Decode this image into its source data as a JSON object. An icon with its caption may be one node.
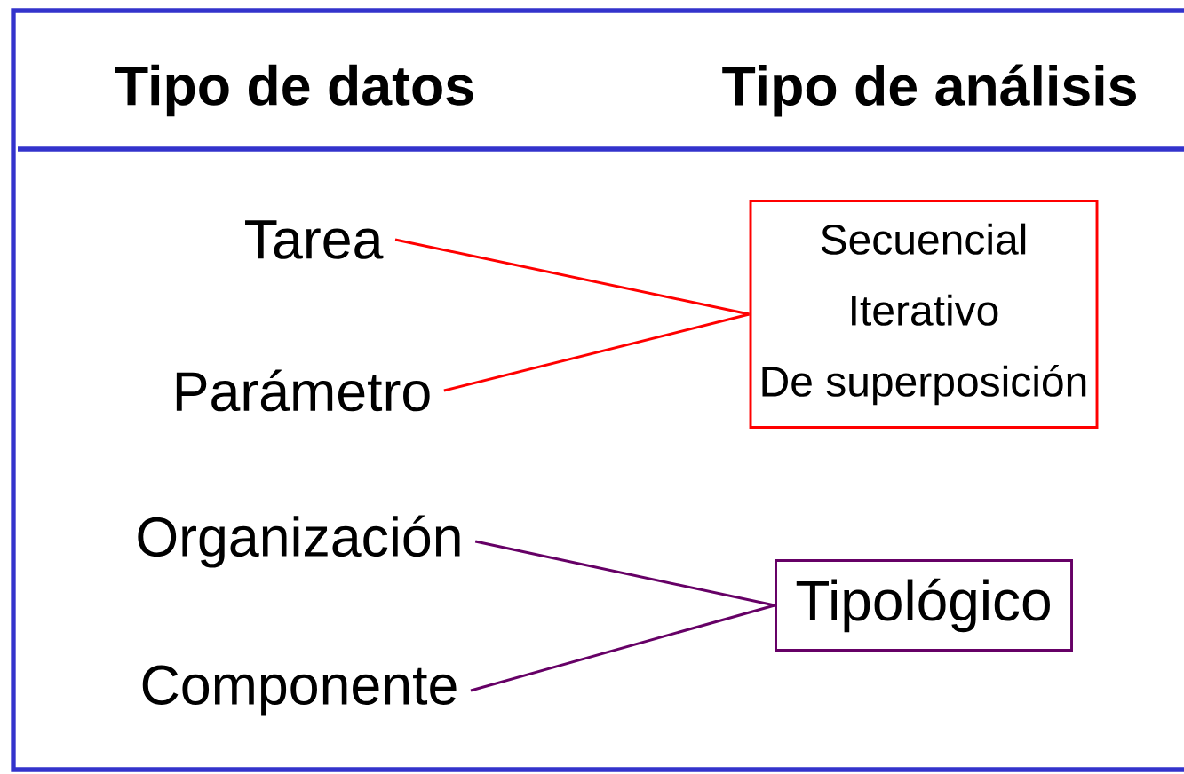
{
  "diagram": {
    "nodes": [
      {
        "text": [
          "Tarea"
        ]
      },
      {
        "text": [
          "Parámetro"
        ]
      },
      {
        "text": [
          "Secuencial",
          "Iterativo",
          "De superposición"
        ]
      },
      {
        "text": [
          "Organización"
        ]
      },
      {
        "text": [
          "Componente"
        ]
      },
      {
        "text": [
          "Tipológico"
        ]
      }
    ],
    "edges": [
      {
        "from": 0,
        "to": 2,
        "arrow": "none",
        "color": "#ff0000"
      },
      {
        "from": 1,
        "to": 2,
        "arrow": "none",
        "color": "#ff0000"
      },
      {
        "from": 3,
        "to": 5,
        "arrow": "none",
        "color": "#660066"
      },
      {
        "from": 4,
        "to": 5,
        "arrow": "none",
        "color": "#660066"
      }
    ],
    "labels": [
      "Tipo de datos",
      "Tipo de análisis"
    ]
  }
}
